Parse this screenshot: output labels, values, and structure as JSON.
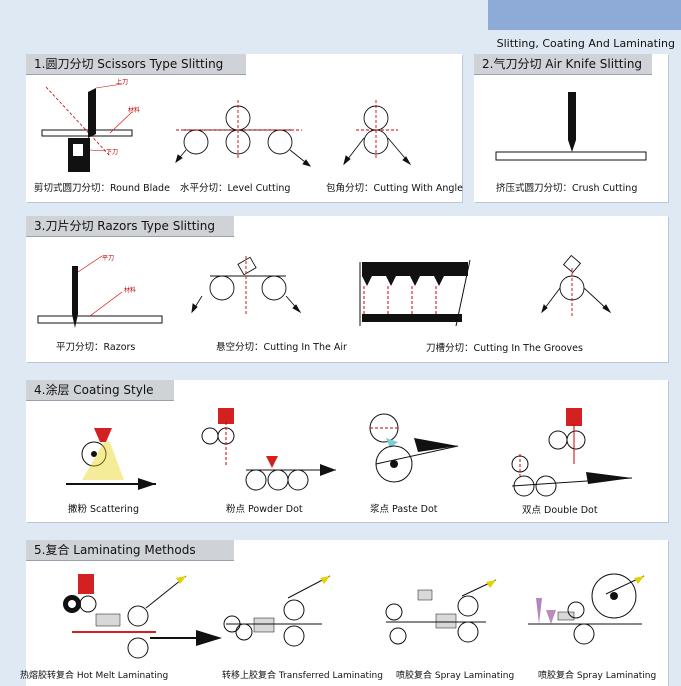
{
  "header": {
    "title": "Slitting, Coating And Laminating"
  },
  "sections": {
    "s1": {
      "title": "1.圆刀分切 Scissors Type Slitting",
      "labels": {
        "upper": "上刀",
        "material": "材料",
        "lower": "下刀"
      },
      "captions": [
        "剪切式圆刀分切：Round Blade",
        "水平分切：Level Cutting",
        "包角分切：Cutting With Angle"
      ]
    },
    "s2": {
      "title": "2.气刀分切 Air Knife Slitting",
      "captions": [
        "挤压式圆刀分切：Crush Cutting"
      ]
    },
    "s3": {
      "title": "3.刀片分切 Razors Type Slitting",
      "labels": {
        "blade": "平刀",
        "material": "材料"
      },
      "captions": [
        "平刀分切：Razors",
        "悬空分切：Cutting In The Air",
        "刀槽分切：Cutting In The Grooves"
      ]
    },
    "s4": {
      "title": "4.涂层 Coating Style",
      "captions": [
        "撒粉 Scattering",
        "粉点 Powder Dot",
        "浆点 Paste Dot",
        "双点 Double Dot"
      ]
    },
    "s5": {
      "title": "5.复合 Laminating Methods",
      "captions": [
        "热熔胶转复合 Hot Melt Laminating",
        "转移上胶复合 Transferred Laminating",
        "喷胶复合 Spray Laminating",
        "喷胶复合 Spray Laminating"
      ]
    }
  },
  "colors": {
    "accent": "#d32020",
    "blade": "#111111",
    "highlight": "#e6d000",
    "spray": "#8b3f8f",
    "corner": "#8eaad6"
  }
}
